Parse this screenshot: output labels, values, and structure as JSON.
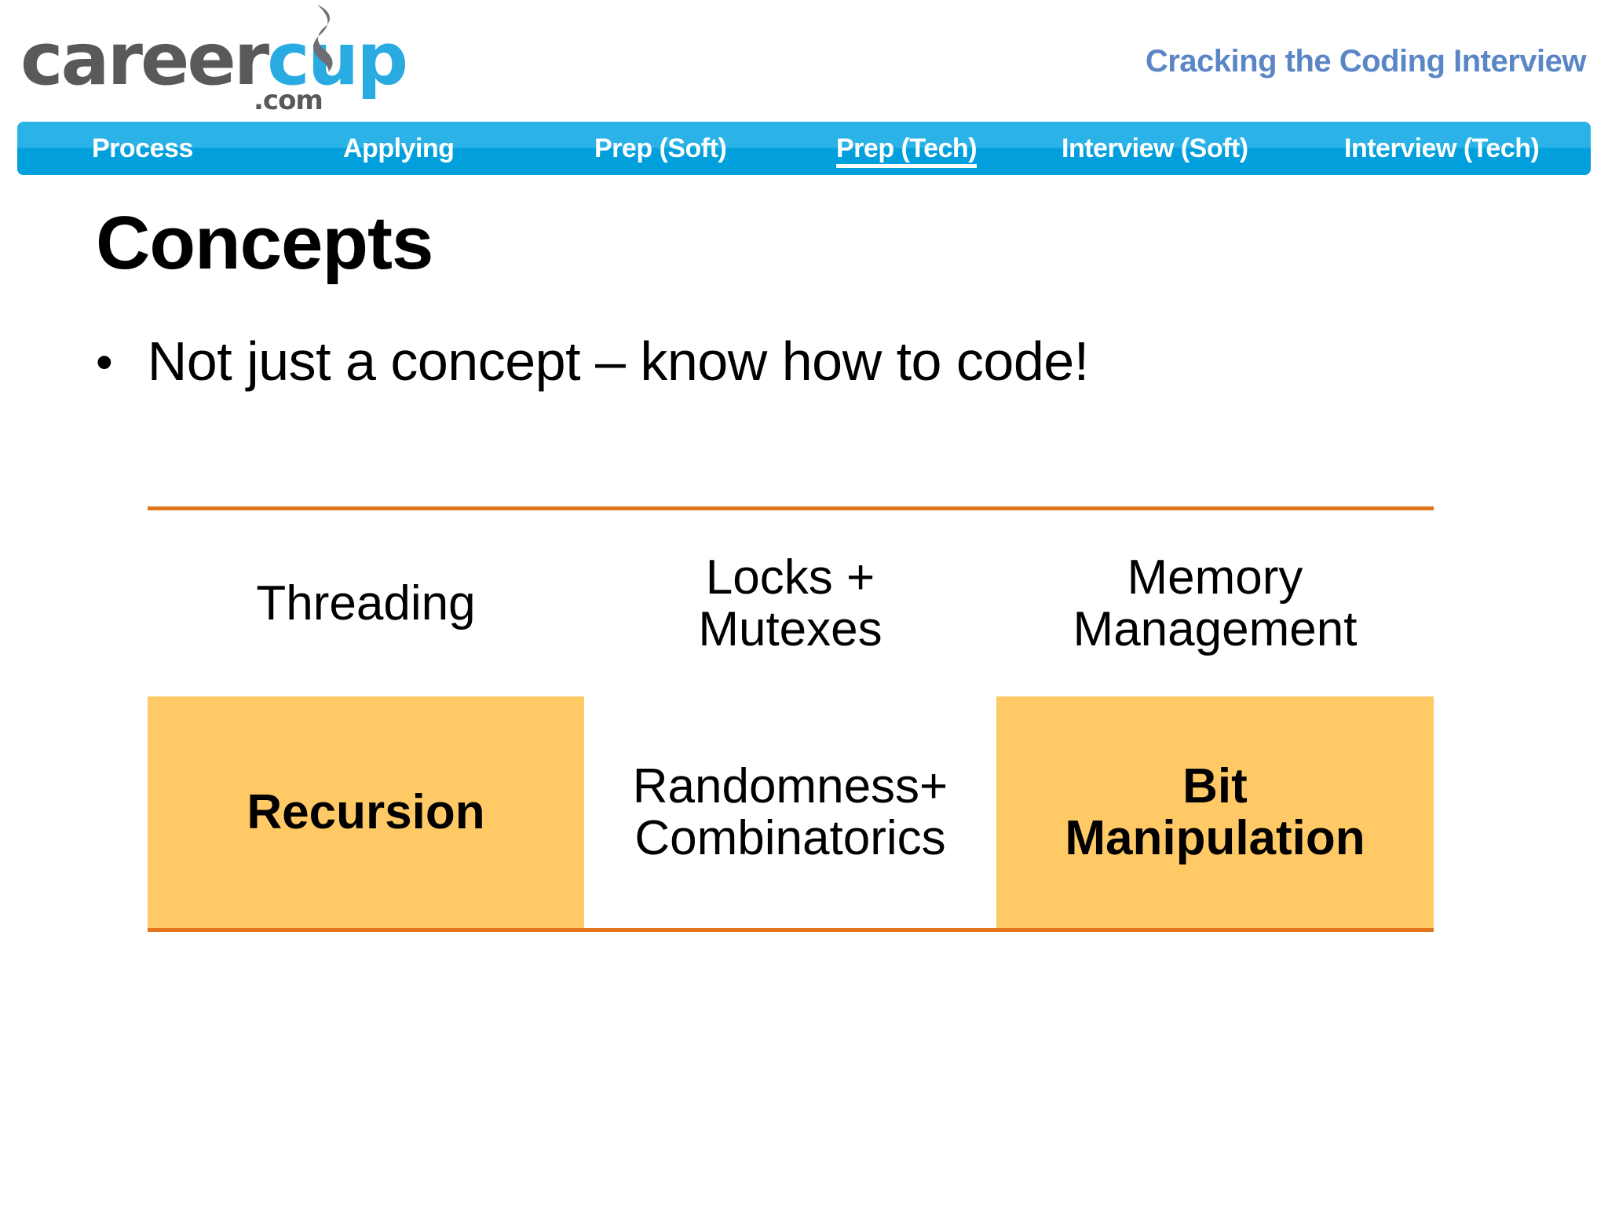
{
  "header": {
    "logo": {
      "word_part1": "career",
      "word_part2": "cup",
      "domain_suffix": ".com",
      "steam_icon": "steam-swirl-icon",
      "color_gray": "#58595b",
      "color_blue": "#29abe2"
    },
    "book_title": "Cracking the Coding Interview",
    "book_title_color": "#5b86c5"
  },
  "nav": {
    "background_top": "#2bb3e8",
    "background_bottom": "#019fdc",
    "active_index": 3,
    "items": [
      {
        "label": "Process"
      },
      {
        "label": "Applying"
      },
      {
        "label": "Prep (Soft)"
      },
      {
        "label": "Prep (Tech)"
      },
      {
        "label": "Interview (Soft)"
      },
      {
        "label": "Interview (Tech)"
      }
    ]
  },
  "slide": {
    "title": "Concepts",
    "bullet_marker": "•",
    "bullet_text": "Not just a concept – know how to code!"
  },
  "concept_table": {
    "border_color": "#E3761C",
    "highlight_color": "#FFC965",
    "rows": [
      {
        "cells": [
          {
            "label": "Threading",
            "highlighted": false
          },
          {
            "label": "Locks +\nMutexes",
            "highlighted": false
          },
          {
            "label": "Memory\nManagement",
            "highlighted": false
          }
        ]
      },
      {
        "cells": [
          {
            "label": "Recursion",
            "highlighted": true
          },
          {
            "label": "Randomness+\nCombinatorics",
            "highlighted": false
          },
          {
            "label": "Bit\nManipulation",
            "highlighted": true
          }
        ]
      }
    ]
  }
}
